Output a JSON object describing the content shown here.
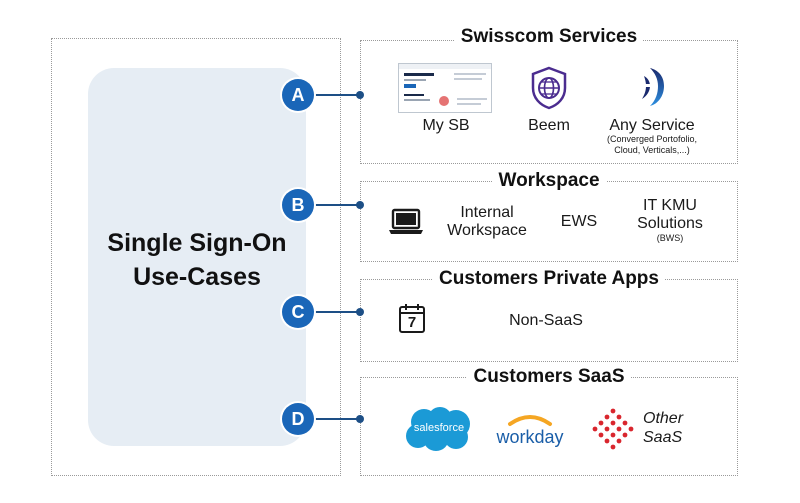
{
  "diagram": {
    "title_line1": "Single Sign-On",
    "title_line2": "Use-Cases"
  },
  "sections": [
    {
      "badge": "A",
      "title": "Swisscom Services",
      "items": [
        {
          "label": "My SB",
          "icon": "my-sb-screenshot-icon"
        },
        {
          "label": "Beem",
          "icon": "beem-shield-globe-icon"
        },
        {
          "label": "Any Service",
          "sublabel_1": "(Converged Portofolio,",
          "sublabel_2": "Cloud, Verticals,...)",
          "icon": "swisscom-logo-icon"
        }
      ]
    },
    {
      "badge": "B",
      "title": "Workspace",
      "items": [
        {
          "icon": "laptop-icon"
        },
        {
          "label_1": "Internal",
          "label_2": "Workspace"
        },
        {
          "label": "EWS"
        },
        {
          "label_1": "IT KMU",
          "label_2": "Solutions",
          "sublabel": "(BWS)"
        }
      ]
    },
    {
      "badge": "C",
      "title": "Customers Private Apps",
      "items": [
        {
          "icon": "calendar-icon",
          "icon_text": "7"
        },
        {
          "label": "Non-SaaS"
        }
      ]
    },
    {
      "badge": "D",
      "title": "Customers SaaS",
      "items": [
        {
          "logo_text": "salesforce",
          "icon": "salesforce-cloud-logo"
        },
        {
          "logo_text": "workday",
          "icon": "workday-logo"
        },
        {
          "label_1": "Other",
          "label_2": "SaaS",
          "icon": "other-saas-dots-logo"
        }
      ]
    }
  ],
  "colors": {
    "badge": "#1a66b8",
    "connector": "#1d4f86",
    "panel": "#e6edf4",
    "salesforce": "#1b9ad6",
    "workday_blue": "#1a5ea8",
    "workday_orange": "#f5a623",
    "other_saas_red": "#d9262e",
    "beem_purple": "#4b2c8f"
  }
}
